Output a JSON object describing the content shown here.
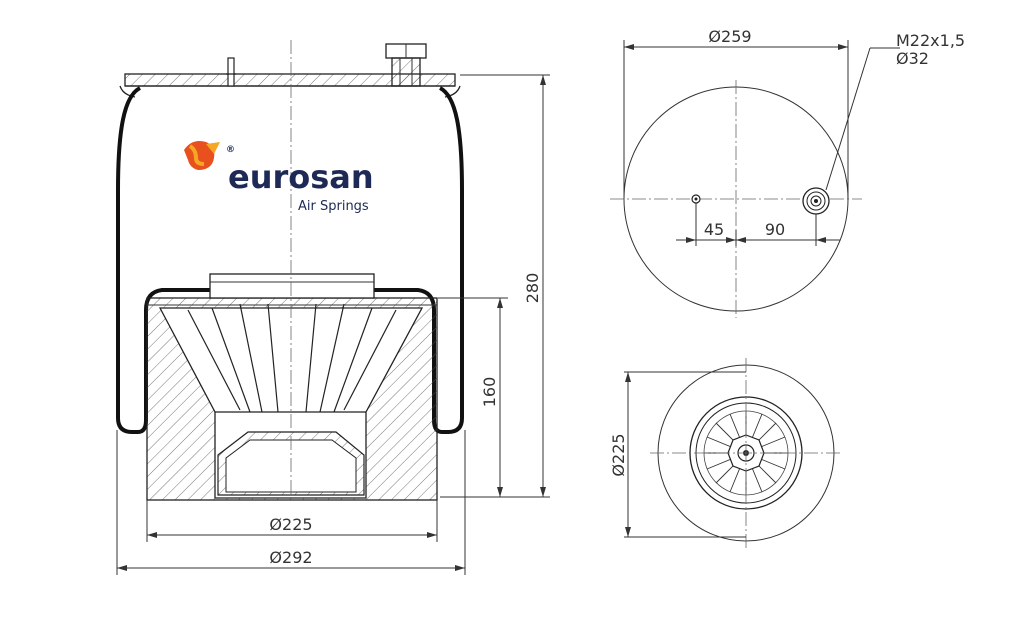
{
  "logo": {
    "brand": "eurosan",
    "registered": "®",
    "tagline": "Air Springs",
    "colors": {
      "brand_text": "#1d2a55",
      "mark_orange": "#e8501e",
      "mark_yellow": "#f5a623"
    }
  },
  "dimensions": {
    "side_height_total": "280",
    "side_height_piston": "160",
    "side_dia_base": "Ø225",
    "side_dia_bellow": "Ø292",
    "top_dia": "Ø259",
    "top_thread": "M22x1,5",
    "top_fitting_dia": "Ø32",
    "top_offset_small": "45",
    "top_offset_large": "90",
    "bottom_dia": "Ø225"
  }
}
